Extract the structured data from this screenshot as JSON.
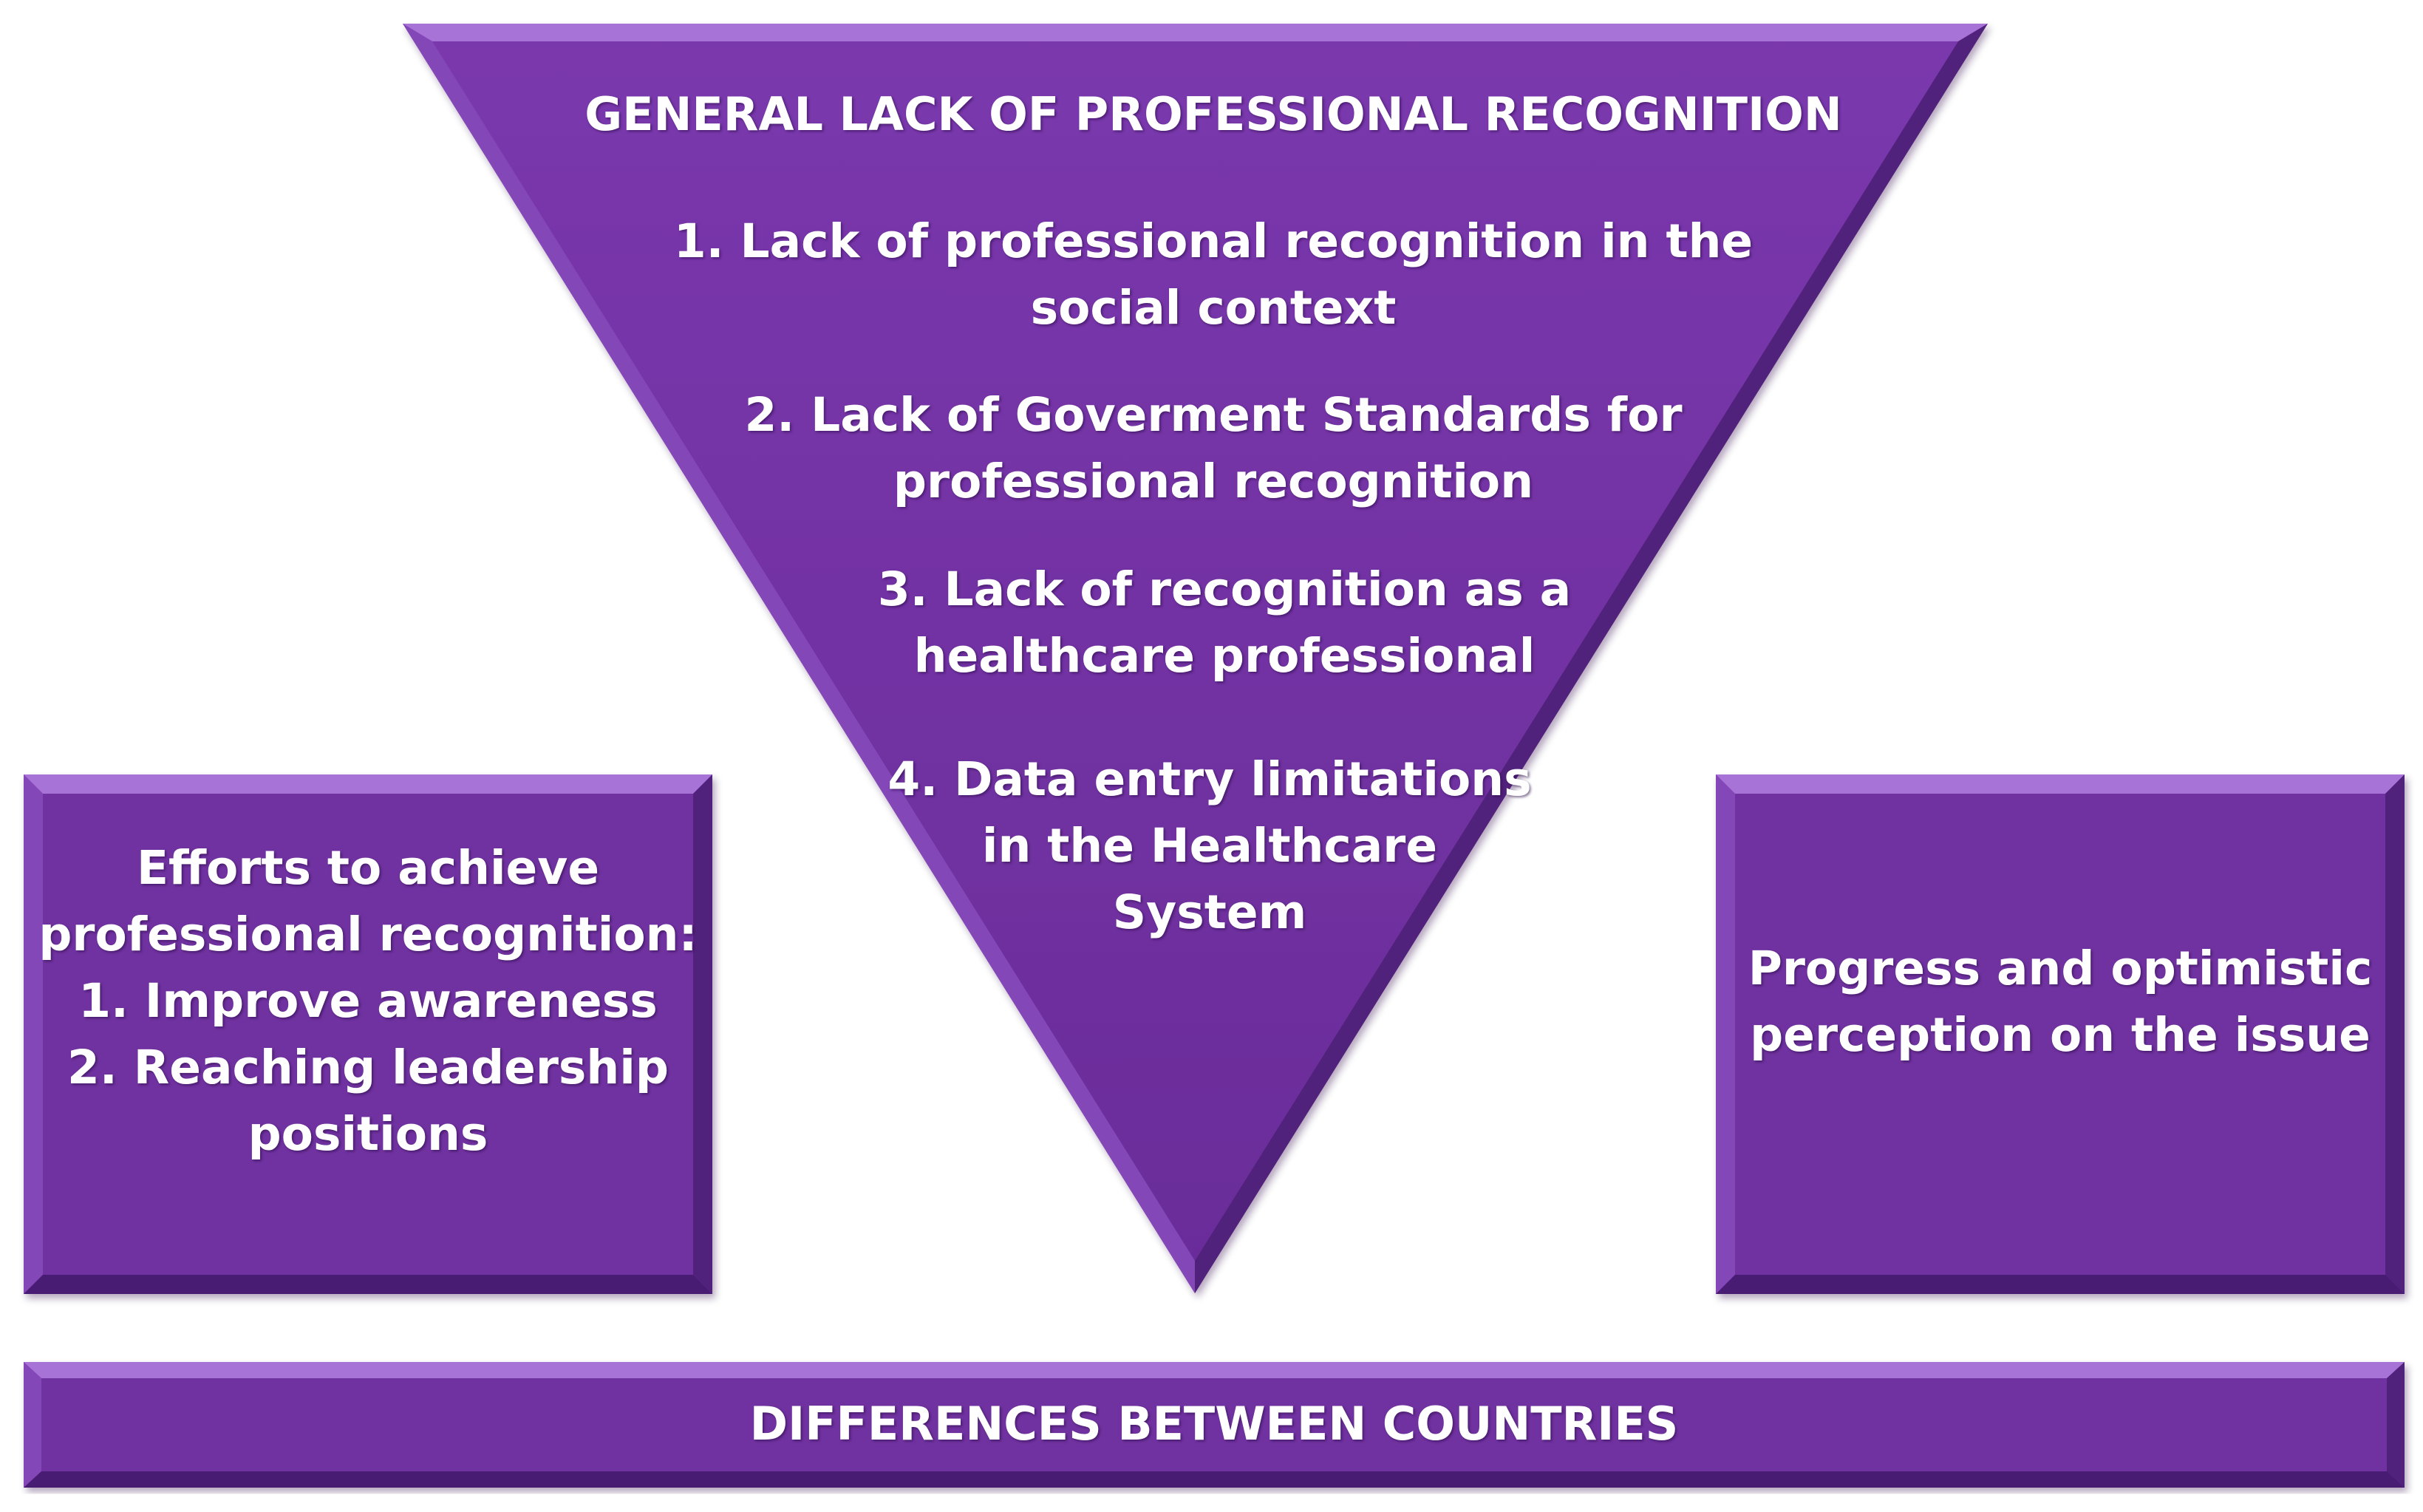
{
  "colors": {
    "fill": "#7030A0",
    "bevel_light": "#A873D6",
    "bevel_dark": "#4A1B73",
    "text": "#FFFFFF"
  },
  "triangle": {
    "title": "GENERAL LACK OF  PROFESSIONAL RECOGNITION",
    "items": [
      {
        "line1": "1. Lack of professional recognition in the",
        "line2": "social context"
      },
      {
        "line1": "2. Lack of Goverment  Standards for",
        "line2": "professional recognition"
      },
      {
        "line1": "3. Lack of  recognition as a",
        "line2": "healthcare  professional"
      },
      {
        "line1": "4. Data entry limitations",
        "line2": "in the Healthcare",
        "line3": "System"
      }
    ]
  },
  "left_box": {
    "lines": [
      "Efforts to achieve",
      "professional recognition:",
      "1. Improve awareness",
      "2. Reaching leadership",
      "positions"
    ]
  },
  "right_box": {
    "lines": [
      "Progress  and optimistic",
      "perception on the issue"
    ]
  },
  "bottom_bar": {
    "label": "DIFFERENCES BETWEEN COUNTRIES"
  }
}
